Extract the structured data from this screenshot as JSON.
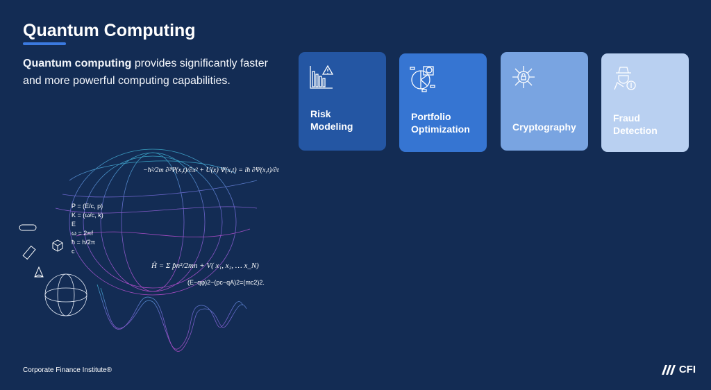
{
  "slide": {
    "title": "Quantum Computing",
    "description_bold": "Quantum computing",
    "description_rest": " provides significantly faster and more powerful computing capabilities."
  },
  "cards": [
    {
      "label_1": "Risk",
      "label_2": "Modeling",
      "icon": "chart-warning-icon",
      "color": "#2456a3"
    },
    {
      "label_1": "Portfolio",
      "label_2": "Optimization",
      "icon": "pie-chart-dollar-icon",
      "color": "#3675d2"
    },
    {
      "label_1": "Cryptography",
      "label_2": "",
      "icon": "circuit-lock-icon",
      "color": "#79a4e1"
    },
    {
      "label_1": "Fraud",
      "label_2": "Detection",
      "icon": "spy-dollar-icon",
      "color": "#b9d0f1"
    }
  ],
  "formulas": {
    "schrodinger": "−ħ²/2m ∂²Ψ(x,t)/∂x² + U(x) Ψ(x,t) = iħ ∂Ψ(x,t)/∂t",
    "list": [
      "P = (E/c, p)",
      "K = (ω/c, k)",
      "E",
      "ω = 2πf",
      "ħ = h/2π",
      "c"
    ],
    "hamiltonian": "Ĥ = Σ p̂n²/2mn + V( x₁, x₂, … x_N)",
    "klein_gordon": "(E−qφ)2−(pc−qA)2=(mc2)2."
  },
  "footer": {
    "company": "Corporate Finance Institute®",
    "logo_text": "CFI"
  }
}
